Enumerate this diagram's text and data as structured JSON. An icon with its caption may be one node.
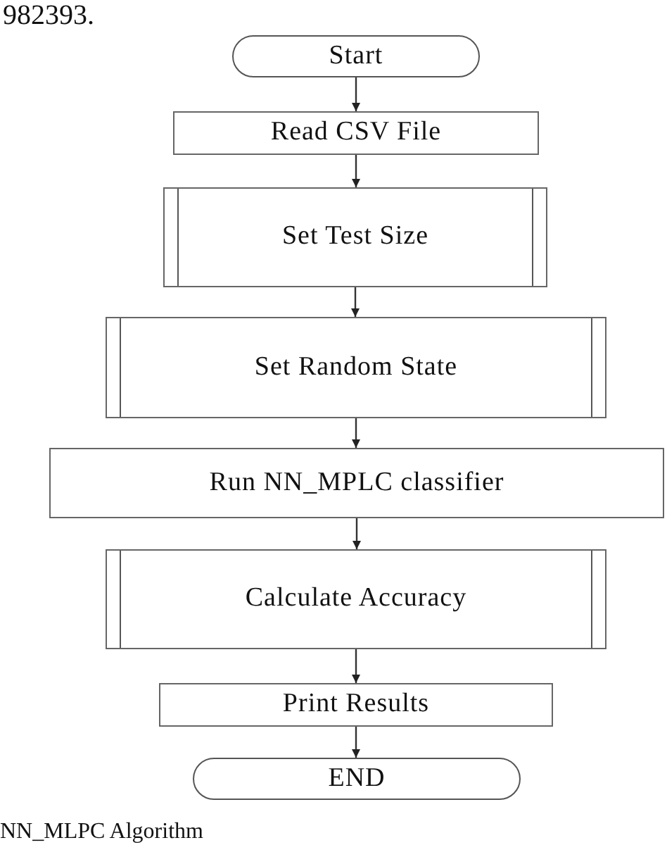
{
  "diagram": {
    "caption": "NN_MLPC Algorithm",
    "nodes": [
      {
        "text": [
          "Start"
        ]
      },
      {
        "text": [
          "Read CSV File"
        ]
      },
      {
        "text": [
          "Set Test Size"
        ]
      },
      {
        "text": [
          "Set Random State"
        ]
      },
      {
        "text": [
          "Run NN_MPLC classifier"
        ]
      },
      {
        "text": [
          "Calculate Accuracy"
        ]
      },
      {
        "text": [
          "Print Results"
        ]
      },
      {
        "text": [
          "END"
        ]
      }
    ],
    "edges": [
      {
        "from": 0,
        "to": 1,
        "arrow": "to"
      },
      {
        "from": 1,
        "to": 2,
        "arrow": "to"
      },
      {
        "from": 2,
        "to": 3,
        "arrow": "to"
      },
      {
        "from": 3,
        "to": 4,
        "arrow": "to"
      },
      {
        "from": 4,
        "to": 5,
        "arrow": "to"
      },
      {
        "from": 5,
        "to": 6,
        "arrow": "to"
      },
      {
        "from": 6,
        "to": 7,
        "arrow": "to"
      }
    ],
    "labels": [
      "982393."
    ]
  }
}
